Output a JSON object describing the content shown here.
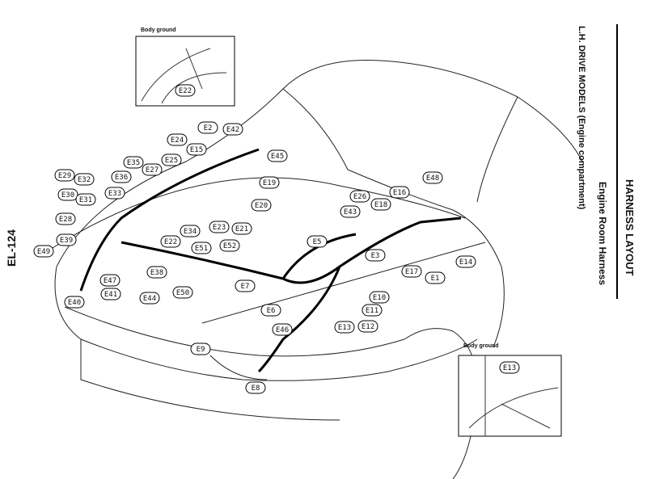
{
  "header": {
    "section_title": "HARNESS LAYOUT",
    "subtitle": "Engine Room Harness",
    "model_title": "L.H. DRIVE MODELS (Engine compartment)"
  },
  "page_number": "EL-124",
  "insets": [
    {
      "caption": "Body ground",
      "connector": "E22"
    },
    {
      "caption": "Body ground",
      "connector": "E13"
    }
  ],
  "connectors": [
    "E2",
    "E42",
    "E24",
    "E15",
    "E45",
    "E35",
    "E25",
    "E27",
    "E29",
    "E32",
    "E36",
    "E19",
    "E30",
    "E33",
    "E31",
    "E20",
    "E28",
    "E23",
    "E21",
    "E34",
    "E39",
    "E22",
    "E51",
    "E52",
    "E49",
    "E38",
    "E47",
    "E7",
    "E50",
    "E41",
    "E44",
    "E40",
    "E6",
    "E48",
    "E26",
    "E16",
    "E18",
    "E43",
    "E5",
    "E3",
    "E14",
    "E17",
    "E1",
    "E10",
    "E11",
    "E46",
    "E13",
    "E12",
    "E9",
    "E8"
  ]
}
